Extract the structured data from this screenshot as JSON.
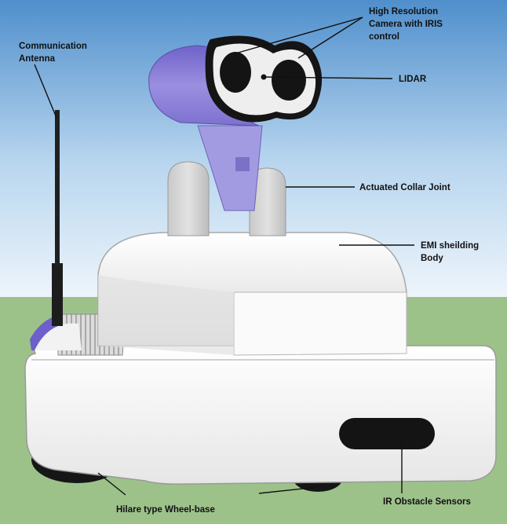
{
  "labels": {
    "camera_line1": "High Resolution",
    "camera_line2": "Camera with IRIS",
    "camera_line3": "control",
    "antenna_line1": "Communication",
    "antenna_line2": "Antenna",
    "lidar": "LIDAR",
    "collar": "Actuated Collar Joint",
    "emi_line1": "EMI sheilding",
    "emi_line2": "Body",
    "ir": "IR Obstacle Sensors",
    "wheelbase": "Hilare type Wheel-base"
  },
  "colors": {
    "sky_top": "#4f8fcc",
    "sky_bottom": "#eef5fb",
    "grass": "#9cc28a",
    "head_purple": "#8f83d8",
    "body_white": "#f4f4f4",
    "wheel_black": "#161616"
  }
}
